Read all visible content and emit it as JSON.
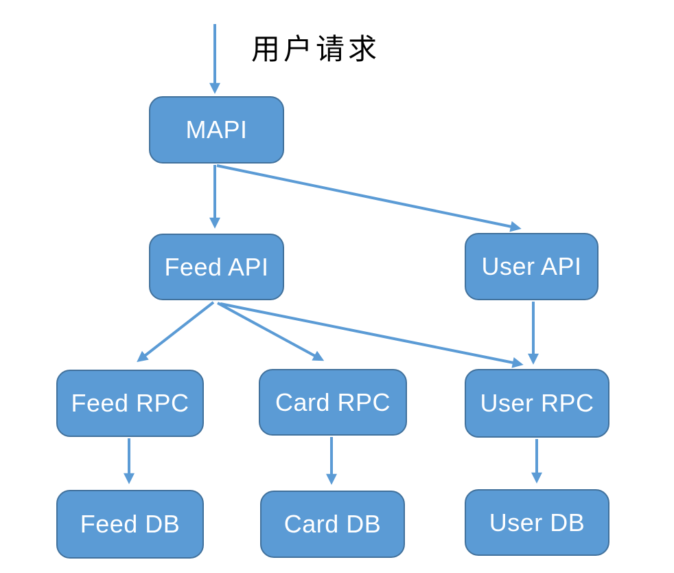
{
  "diagram": {
    "annotation": "用户请求",
    "nodes": [
      {
        "id": "mapi",
        "label": "MAPI"
      },
      {
        "id": "feed-api",
        "label": "Feed API"
      },
      {
        "id": "user-api",
        "label": "User API"
      },
      {
        "id": "feed-rpc",
        "label": "Feed RPC"
      },
      {
        "id": "card-rpc",
        "label": "Card RPC"
      },
      {
        "id": "user-rpc",
        "label": "User RPC"
      },
      {
        "id": "feed-db",
        "label": "Feed DB"
      },
      {
        "id": "card-db",
        "label": "Card DB"
      },
      {
        "id": "user-db",
        "label": "User DB"
      }
    ],
    "edges": [
      {
        "from": "user-request",
        "to": "mapi"
      },
      {
        "from": "mapi",
        "to": "feed-api"
      },
      {
        "from": "mapi",
        "to": "user-api"
      },
      {
        "from": "feed-api",
        "to": "feed-rpc"
      },
      {
        "from": "feed-api",
        "to": "card-rpc"
      },
      {
        "from": "feed-api",
        "to": "user-rpc"
      },
      {
        "from": "user-api",
        "to": "user-rpc"
      },
      {
        "from": "feed-rpc",
        "to": "feed-db"
      },
      {
        "from": "card-rpc",
        "to": "card-db"
      },
      {
        "from": "user-rpc",
        "to": "user-db"
      }
    ],
    "colors": {
      "node_fill": "#5B9BD5",
      "node_border": "#41719C",
      "arrow": "#5B9BD5",
      "node_text": "#FFFFFF",
      "annotation_text": "#000000",
      "background": "#FFFFFF"
    }
  }
}
